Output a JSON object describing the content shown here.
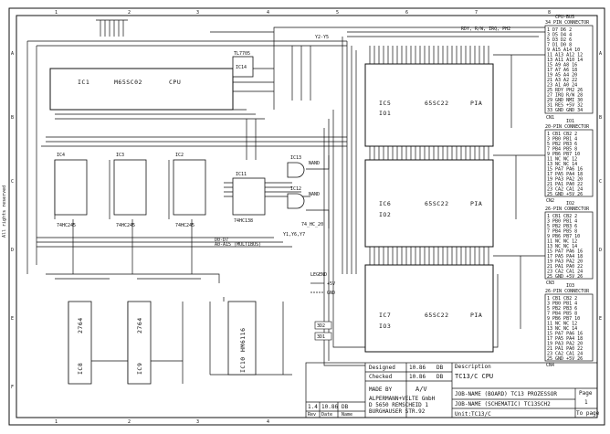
{
  "frame": {
    "col_markers": [
      "1",
      "2",
      "3",
      "4",
      "5",
      "6",
      "7",
      "8"
    ],
    "row_markers": [
      "A",
      "B",
      "C",
      "D",
      "E",
      "F"
    ],
    "side_note": "All rights reserved"
  },
  "chips": {
    "ic1": {
      "ref": "IC1",
      "part": "M65SC02",
      "func": "CPU"
    },
    "ic2": {
      "ref": "IC2",
      "part": "74HC245"
    },
    "ic3": {
      "ref": "IC3",
      "part": "74HC245"
    },
    "ic4": {
      "ref": "IC4",
      "part": "74HC245"
    },
    "ic5": {
      "ref": "IC5",
      "part": "65SC22",
      "func": "PIA",
      "sub": "IO1"
    },
    "ic6": {
      "ref": "IC6",
      "part": "65SC22",
      "func": "PIA",
      "sub": "IO2"
    },
    "ic7": {
      "ref": "IC7",
      "part": "65SC22",
      "func": "PIA",
      "sub": "IO3"
    },
    "ic8": {
      "ref": "IC8",
      "part": "2764"
    },
    "ic9": {
      "ref": "IC9",
      "part": "2764"
    },
    "ic10": {
      "ref": "IC10",
      "part": "HM6116"
    },
    "ic11": {
      "ref": "IC11",
      "part": "74HC138"
    },
    "ic12": {
      "ref": "IC12",
      "part": "NAND"
    },
    "ic13": {
      "ref": "IC13",
      "part": "NAND"
    },
    "ic14": {
      "ref": "IC14",
      "part": "TL7705"
    },
    "ic12_note": "74_HC_20",
    "nand_labels": [
      "NAND",
      "NAND"
    ]
  },
  "nets": {
    "bus_label": "RDY, R/W, IRQ, PH2",
    "y2y5": "Y2-Y5",
    "y1y6y7": "Y1,Y6,Y7",
    "d0d7": "D0-D7",
    "a0a15": "A0-A15 (MULTIBUS)",
    "legend_title": "LEGEND",
    "legend_vcc": "+5V",
    "legend_gnd": "GND",
    "gnd_boxes": [
      "3D2",
      "3D1"
    ]
  },
  "connectors": {
    "cpu_bus": {
      "title": "CPU-BUS",
      "subtitle": "34 PIN CONNECTOR",
      "rows": [
        "1 D7  D6 2",
        "3 D5  D4 4",
        "5 D3  D2 6",
        "7 D1  D0 8",
        "9 A15 A14 10",
        "11 A13 A12 12",
        "13 A11 A10 14",
        "15 A9  A8 16",
        "17 A7  A6 18",
        "19 A5  A4 20",
        "21 A3  A2 22",
        "23 A1  A0 24",
        "25 RDY PH2 26",
        "27 IRQ R/W 28",
        "29 GND NMI 30",
        "31 RES +5V 32",
        "33 GND GND 34"
      ],
      "footer": "CN1"
    },
    "io1": {
      "title": "IO1",
      "subtitle": "20-PIN CONNECTOR",
      "rows": [
        "1 CB1  CB2 2",
        "3 PB0  PB1 4",
        "5 PB2  PB3 6",
        "7 PB4  PB5 8",
        "9 PB6  PB7 10",
        "11 NC  NC 12",
        "13 NC  NC 14",
        "15 PA7 PA6 16",
        "17 PA5 PA4 18",
        "19 PA3 PA2 20",
        "21 PA1 PA0 22",
        "23 CA2 CA1 24",
        "25 GND +5V 26"
      ],
      "footer": "CN2"
    },
    "io2": {
      "title": "IO2",
      "subtitle": "26-PIN CONNECTOR",
      "rows": [
        "1 CB1  CB2 2",
        "3 PB0  PB1 4",
        "5 PB2  PB3 6",
        "7 PB4  PB5 8",
        "9 PB6  PB7 10",
        "11 NC  NC 12",
        "13 NC  NC 14",
        "15 PA7 PA6 16",
        "17 PA5 PA4 18",
        "19 PA3 PA2 20",
        "21 PA1 PA0 22",
        "23 CA2 CA1 24",
        "25 GND +5V 26"
      ],
      "footer": "CN3"
    },
    "io3": {
      "title": "IO3",
      "subtitle": "26-PIN CONNECTOR",
      "rows": [
        "1 CB1  CB2 2",
        "3 PB0  PB1 4",
        "5 PB2  PB3 6",
        "7 PB4  PB5 8",
        "9 PB6  PB7 10",
        "11 NC  NC 12",
        "13 NC  NC 14",
        "15 PA7 PA6 16",
        "17 PA5 PA4 18",
        "19 PA3 PA2 20",
        "21 PA1 PA0 22",
        "23 CA2 CA1 24",
        "25 GND +5V 26"
      ],
      "footer": "CN4"
    }
  },
  "title_block": {
    "made_by": "MADE BY",
    "company": "ALPERMANN+VELTE GmbH",
    "address1": "D 5650 REMSCHEID 1",
    "address2": "BURGHAUSER STR.92",
    "designed": "Designed",
    "checked": "Checked",
    "date1": "10.86",
    "date2": "10.86",
    "initials1": "DB",
    "initials2": "DB",
    "desc_label": "Description",
    "desc": "TC13/C CPU",
    "job": "JOB-NAME (BOARD) TC13 PROZESSOR",
    "job2": "JOB-NAME (SCHEMATIC) TC13SCH2",
    "unit_label": "Unit:TC13/C",
    "rev": "1.4",
    "rev_date": "10.86",
    "rev_by": "DB",
    "rev_hdr": [
      "Rev",
      "Date",
      "Name"
    ],
    "page_label": "Page",
    "page_no": "1",
    "to_page": "To page",
    "logo_text": "A/V"
  }
}
